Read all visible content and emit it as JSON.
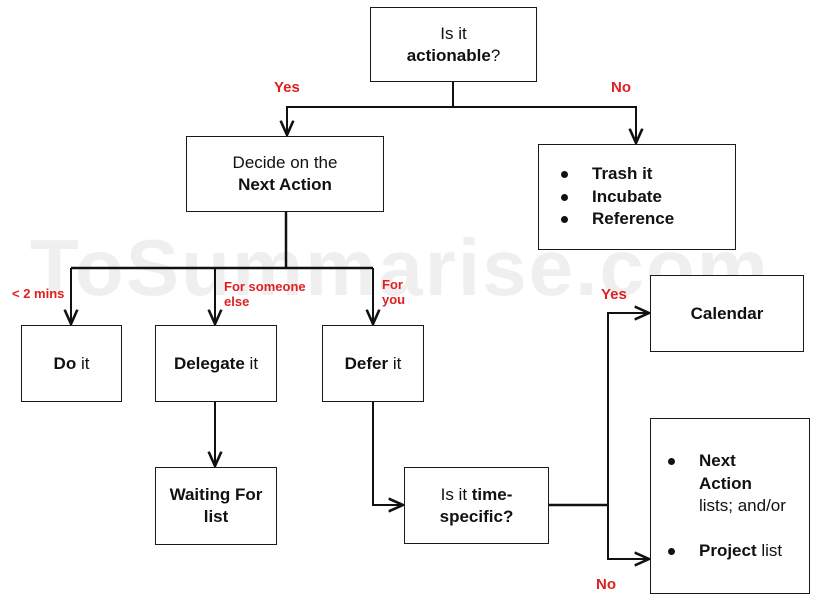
{
  "watermark": "ToSummarise.com",
  "nodes": {
    "actionable": {
      "pre": "Is it",
      "bold": "actionable",
      "post": "?"
    },
    "next_action": {
      "pre": "Decide on the",
      "bold": "Next Action"
    },
    "non_actionable": {
      "items": [
        "Trash it",
        "Incubate",
        "Reference"
      ]
    },
    "do_it": {
      "bold": "Do",
      "post": " it"
    },
    "delegate_it": {
      "bold": "Delegate",
      "post": " it"
    },
    "defer_it": {
      "bold": "Defer",
      "post": " it"
    },
    "waiting_for": {
      "bold": "Waiting For list"
    },
    "time_specific": {
      "pre": "Is it ",
      "bold": "time-specific?"
    },
    "calendar": {
      "bold": "Calendar"
    },
    "lists": {
      "bold1": "Next Action",
      "text1": "lists; and/or",
      "bold2": "Project",
      "text2": " list"
    }
  },
  "edge_labels": {
    "yes_top": "Yes",
    "no_top": "No",
    "lt_2_mins": "< 2 mins",
    "for_someone_else": "For someone else",
    "for_you": "For you",
    "yes_calendar": "Yes",
    "no_lists": "No"
  },
  "colors": {
    "label": "#e02020",
    "line": "#111111"
  }
}
